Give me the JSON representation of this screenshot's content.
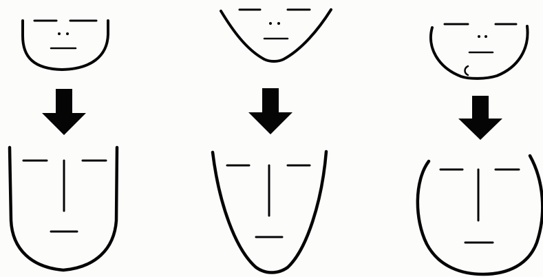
{
  "figure": {
    "ink_color": "#050505",
    "background_color": "#fcfcfb",
    "columns": [
      {
        "before_face_shape": "square jaw with rounded chin",
        "after_face_shape": "rectangular with rounded bottom"
      },
      {
        "before_face_shape": "v-shaped pointed chin",
        "after_face_shape": "tapered with narrow rounded chin"
      },
      {
        "before_face_shape": "round face with double chin",
        "after_face_shape": "oval / round"
      }
    ],
    "transition_icon": "down-arrow-icon"
  }
}
